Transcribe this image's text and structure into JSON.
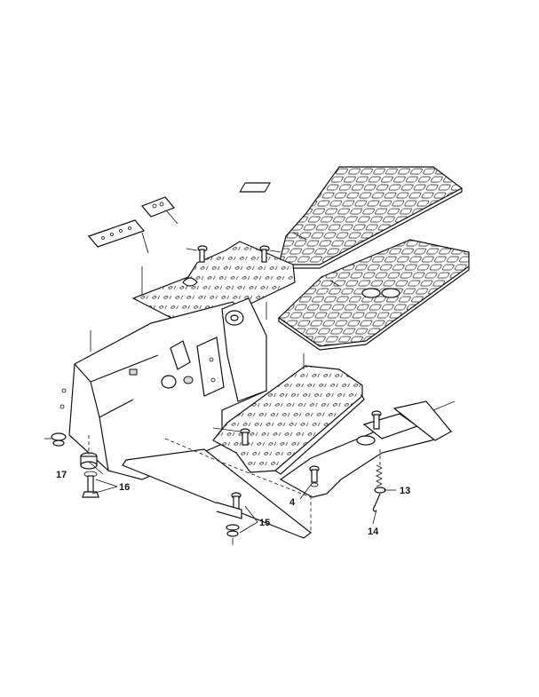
{
  "callouts": {
    "c4": "4",
    "c13": "13",
    "c14": "14",
    "c15": "15",
    "c16": "16",
    "c17": "17"
  }
}
